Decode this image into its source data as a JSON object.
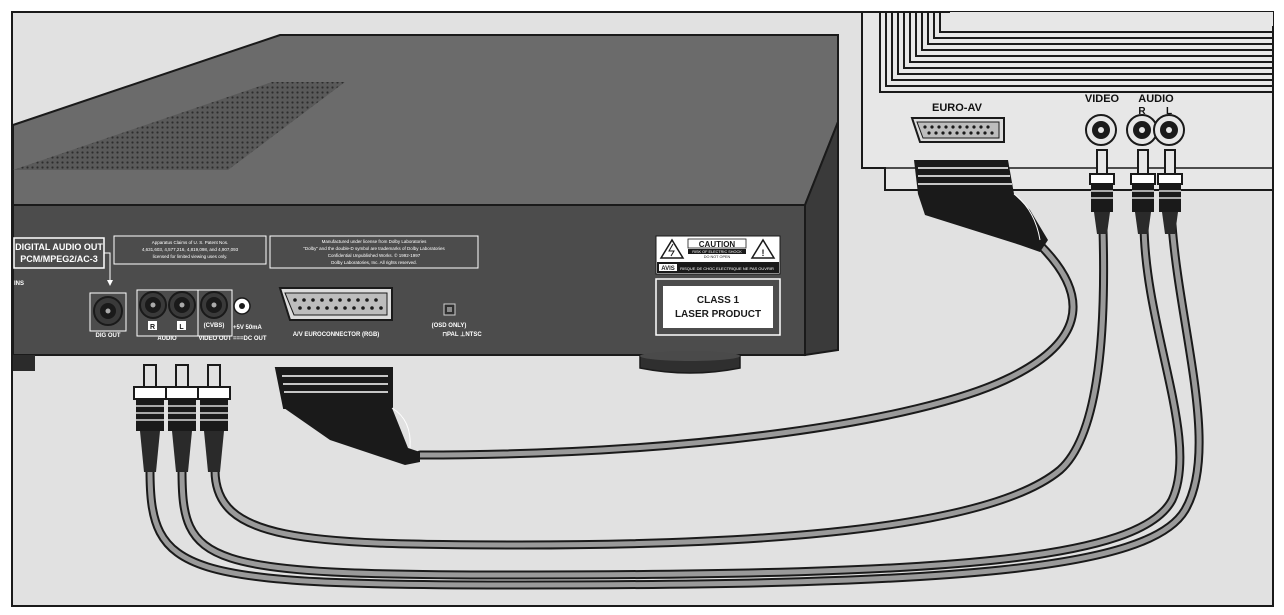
{
  "tv_panel": {
    "euro_av_label": "EURO-AV",
    "video_label": "VIDEO",
    "audio_label": "AUDIO",
    "audio_r_label": "R",
    "audio_l_label": "L"
  },
  "player_panel": {
    "digital_audio_out_line1": "DIGITAL AUDIO OUT",
    "digital_audio_out_line2": "PCM/MPEG2/AC-3",
    "patent_line1": "Apparatus Claims of U. S. Patent Nos.",
    "patent_line2": "4,631,603, 4,577,216, 4,819,098, and 4,907,093",
    "patent_line3": "licensed for limited viewing uses only.",
    "dolby_line1": "Manufactured under license from Dolby Laboratories",
    "dolby_line2": "\"Dolby\" and the double-D symbol are trademarks of Dolby Laboratories",
    "dolby_line3": "Confidential Unpublished Works. © 1992-1997",
    "dolby_line4": "Dolby Laboratories, Inc. All rights reserved.",
    "caution_title": "CAUTION",
    "caution_sub1": "RISK OF ELECTRIC SHOCK",
    "caution_sub2": "DO NOT OPEN",
    "avis_label": "AVIS",
    "avis_text": "RISQUE DE CHOC ELECTRIQUE NE PAS OUVRIR",
    "class1_line1": "CLASS 1",
    "class1_line2": "LASER PRODUCT",
    "mains_label": "INS",
    "dig_out_label": "DIG OUT",
    "audio_r_label": "R",
    "audio_l_label": "L",
    "audio_label": "AUDIO",
    "cvbs_label": "(CVBS)",
    "video_out_label": "VIDEO OUT",
    "dc_label1": "+5V 50mA",
    "dc_label2": "===DC OUT",
    "euroconnector_label": "A/V EUROCONNECTOR (RGB)",
    "osd_label": "(OSD ONLY)",
    "pal_ntsc_label": "⊓PAL ⊥NTSC"
  }
}
